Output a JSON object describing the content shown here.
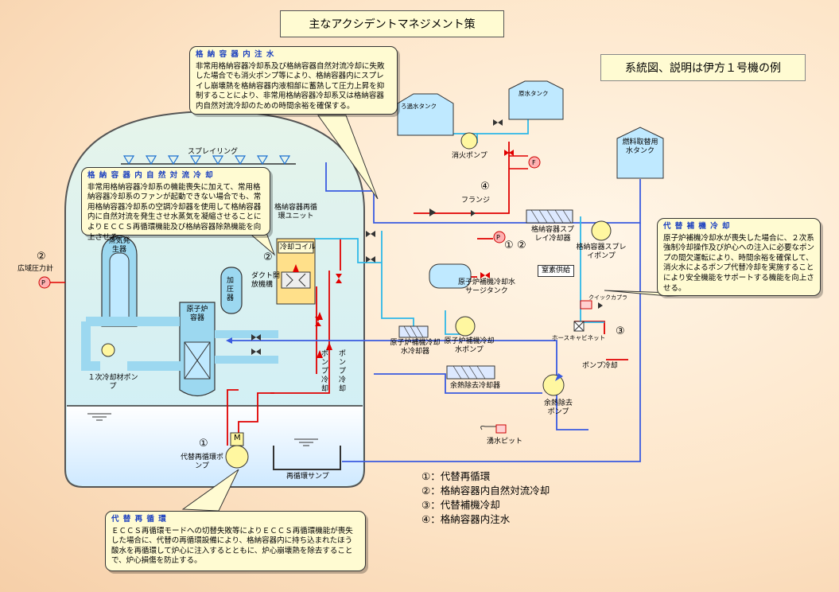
{
  "title": "主なアクシデントマネジメント策",
  "note": "系統図、説明は伊方１号機の例",
  "callouts": {
    "containment_injection": {
      "heading": "格 納 容 器 内 注 水",
      "body": "非常用格納容器冷却系及び格納容器自然対流冷却に失敗した場合でも消火ポンプ等により、格納容器内にスプレイし崩壊熱を格納容器内液相部に蓄熱して圧力上昇を抑制することにより、非常用格納容器冷却系又は格納容器内自然対流冷却のための時間余裕を確保する。"
    },
    "natural_convection": {
      "heading": "格 納 容 器 内 自 然 対 流 冷 却",
      "body": "非常用格納容器冷却系の機能喪失に加えて、常用格納容器冷却系のファンが起動できない場合でも、常用格納容器冷却系の空調冷却器を使用して格納容器内に自然対流を発生させ水蒸気を凝縮させることによりＥＣＣＳ再循環機能及び格納容器除熱機能を向上させる。"
    },
    "alt_feed": {
      "heading": "代 替 補 機 冷 却",
      "body": "原子炉補機冷却水が喪失した場合に、２次系強制冷却操作及び炉心への注入に必要なポンプの間欠運転により、時間余裕を確保して、消火水によるポンプ代替冷却を実施することにより安全機能をサポートする機能を向上させる。"
    },
    "alt_recirc": {
      "heading": "代 替 再 循 環",
      "body": "ＥＣＣＳ再循環モードへの切替失敗等によりＥＣＣＳ再循環機能が喪失した場合に、代替の再循環設備により、格納容器内に持ち込まれたほう酸水を再循環して炉心に注入するとともに、炉心崩壊熱を除去することで、炉心損傷を防止する。"
    }
  },
  "labels": {
    "spray_ring": "スプレイリング",
    "cv_recirc_unit": "格納容器再循環ユニット",
    "cooling_coil": "冷却コイル",
    "duct_open": "ダクト開放機構",
    "steam_gen": "蒸気発生器",
    "pressurizer": "加圧器",
    "reactor_vessel": "原子炉容器",
    "primary_pump": "１次冷却材ポンプ",
    "wide_pressure": "広域圧力計",
    "pump_cooling_1": "ポンプ冷却",
    "pump_cooling_2": "ポンプ冷却",
    "alt_recirc_pump": "代替再循環ポンプ",
    "recirc_sump": "再循環サンプ",
    "filtered_tank": "ろ過水タンク",
    "raw_tank": "原水タンク",
    "fire_pump": "消火ポンプ",
    "flange": "フランジ",
    "cv_spray_cooler": "格納容器スプレイ冷却器",
    "cv_spray_pump": "格納容器スプレイポンプ",
    "fuel_tank": "燃料取替用水タンク",
    "ccw_surge_tank": "原子炉補機冷却水サージタンク",
    "nitrogen": "窒素供給",
    "ccw_cooler": "原子炉補機冷却水冷却器",
    "ccw_pump": "原子炉補機冷却水ポンプ",
    "rhr_cooler": "余熱除去冷却器",
    "rhr_pump": "余熱除去ポンプ",
    "quick_coupler": "クイックカプラ",
    "hose_cabinet": "ホースキャビネット",
    "pump_cooling_3": "ポンプ冷却",
    "spring_pit": "湧水ピット",
    "n1": "①",
    "n2a": "②",
    "n2b": "②",
    "n2c": "②",
    "n3": "③",
    "n4": "④",
    "n1b": "①",
    "p": "P",
    "f": "F",
    "m": "M"
  },
  "legend": [
    "①：代替再循環",
    "②：格納容器内自然対流冷却",
    "③：代替補機冷却",
    "④：格納容器内注水"
  ],
  "colors": {
    "red_line": "#e00000",
    "blue_line": "#3a5be0",
    "cyan_line": "#2fb8e8",
    "vessel": "#9cd8f0",
    "water": "#d6efff",
    "callout": "#fffbd2"
  }
}
